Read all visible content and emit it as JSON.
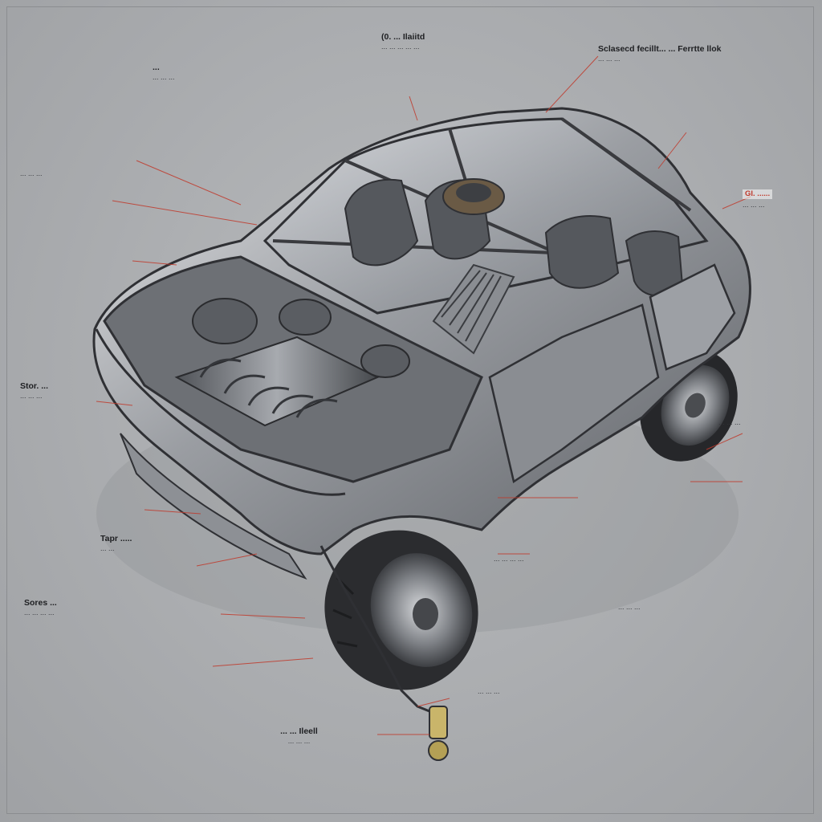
{
  "callouts": [
    {
      "id": "c1",
      "tag": "",
      "title": "(0.  ... Ilaiitd",
      "body": "... ... ... ... ..."
    },
    {
      "id": "c2",
      "tag": "",
      "title": "Sclasecd fecillt... ... Ferrtte llok",
      "body": "... ... ..."
    },
    {
      "id": "c3",
      "tag": "",
      "title": "...",
      "body": "... ... ..."
    },
    {
      "id": "c4",
      "tag": "",
      "title": "",
      "body": "... ... ..."
    },
    {
      "id": "c5",
      "tag": "Gl. ......",
      "title": "",
      "body": "... ... ..."
    },
    {
      "id": "c6",
      "tag": "",
      "title": "Stor. ...",
      "body": "... ... ..."
    },
    {
      "id": "c7",
      "tag": "",
      "title": "Tapr .....",
      "body": "... ..."
    },
    {
      "id": "c8",
      "tag": "",
      "title": "Sores ...",
      "body": "... ... ... ..."
    },
    {
      "id": "c9",
      "tag": "",
      "title": "",
      "body": "... ... ..."
    },
    {
      "id": "c10",
      "tag": "",
      "title": "",
      "body": "... ... ... ..."
    },
    {
      "id": "c11",
      "tag": "",
      "title": "",
      "body": "... ... ..."
    },
    {
      "id": "c12",
      "tag": "",
      "title": "",
      "body": "... ... ..."
    },
    {
      "id": "c13",
      "tag": "",
      "title": "... ... Ileell",
      "body": "... ... ..."
    }
  ],
  "colors": {
    "background": "#aeb0b3",
    "leader_line": "#c0392b",
    "ink": "#2a2b2e",
    "body_metal": "#7d8085",
    "tyre": "#2b2c2f"
  }
}
